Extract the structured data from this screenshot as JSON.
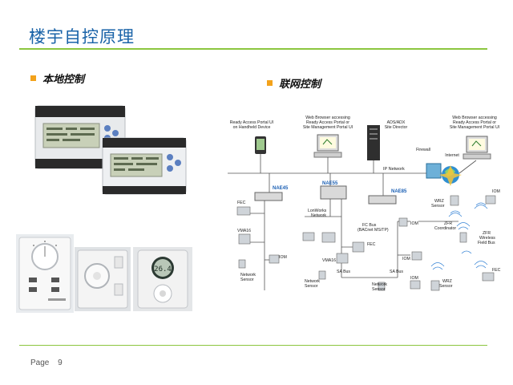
{
  "slide": {
    "title": "楼宇自控原理",
    "footer_label": "Page",
    "page_number": "9"
  },
  "bullets": {
    "local": "本地控制",
    "network": "联网控制"
  },
  "diagram": {
    "labels": {
      "ready_access": [
        "Ready Access Portal UI",
        "on Handheld Device"
      ],
      "web_browser_left": [
        "Web Browser accessing",
        "Ready Access Portal or",
        "Site Management Portal UI"
      ],
      "ads": [
        "ADS/ADX",
        "Site Director"
      ],
      "web_browser_right": [
        "Web Browser accessing",
        "Ready Access Portal or",
        "Site Management Portal UI"
      ],
      "firewall": "Firewall",
      "internet": "Internet",
      "ip_network": "IP Network",
      "nae45": "NAE45",
      "nae55": "NAE55",
      "nae85": "NAE85",
      "fec_left": "FEC",
      "vma16_left": "VMA16",
      "iom_left": "IOM",
      "network_sensor_left": [
        "Network",
        "Sensor"
      ],
      "lonworks": [
        "LonWorks",
        "Network"
      ],
      "fc_bus": [
        "FC Bus",
        "(BACnet MS/TP)"
      ],
      "fec_mid": "FEC",
      "iom_mid1": "IOM",
      "vma16_mid": "VMA16",
      "sa_bus_left": "SA Bus",
      "network_sensor_mid": [
        "Network",
        "Sensor"
      ],
      "iom_mid2": "IOM",
      "sa_bus_mid": "SA Bus",
      "network_sensor_bottom": [
        "Network",
        "Sensor"
      ],
      "iom_mid3": "IOM",
      "wrz_sensor_top": [
        "WRZ",
        "Sensor"
      ],
      "iom_right": "IOM",
      "zfr_coordinator": [
        "ZFR",
        "Coordinator"
      ],
      "zfr_wireless": [
        "ZFR",
        "Wireless",
        "Field Bus"
      ],
      "wrz_sensor_bottom": [
        "WRZ",
        "Sensor"
      ],
      "fec_right": "FEC"
    },
    "colors": {
      "nae_label": "#1a5fb4",
      "line": "#555555",
      "wireless": "#3a86d6"
    }
  }
}
